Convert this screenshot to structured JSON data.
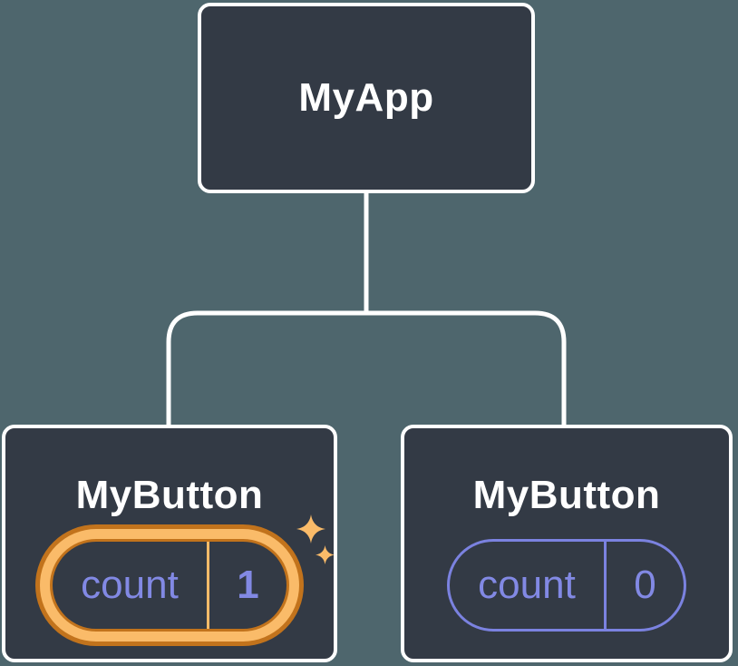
{
  "diagram": {
    "description": "React component tree showing state held in child components",
    "background_color": "#4e666d",
    "node_fill_color": "#333a45",
    "node_border_color": "#ffffff",
    "connector_color": "#ffffff",
    "highlight_gold": "#fabb69",
    "highlight_gold_dark": "#c2731c",
    "state_purple": "#8289e4",
    "root": {
      "label": "MyApp"
    },
    "children": [
      {
        "label": "MyButton",
        "state_key": "count",
        "state_value": "1",
        "highlighted": true,
        "icons": [
          "sparkle-icon",
          "sparkle-icon"
        ]
      },
      {
        "label": "MyButton",
        "state_key": "count",
        "state_value": "0",
        "highlighted": false,
        "icons": []
      }
    ]
  }
}
